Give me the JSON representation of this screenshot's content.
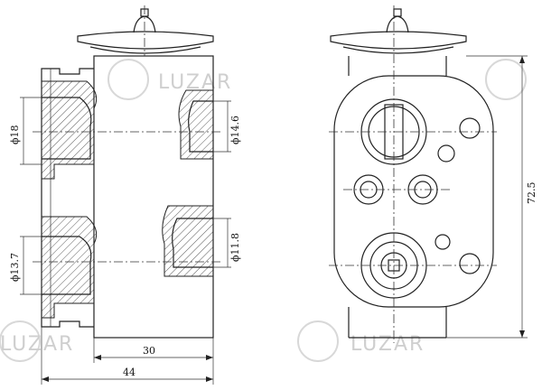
{
  "dimensions": {
    "d18": "ϕ18",
    "d13_7": "ϕ13.7",
    "d14_6": "ϕ14.6",
    "d11_8": "ϕ11.8",
    "w30": "30",
    "w44": "44",
    "h72_5": "72.5"
  },
  "watermark": {
    "brand": "LUZAR"
  },
  "colors": {
    "line": "#222222",
    "watermark": "#cfcfcf",
    "background": "#ffffff"
  }
}
